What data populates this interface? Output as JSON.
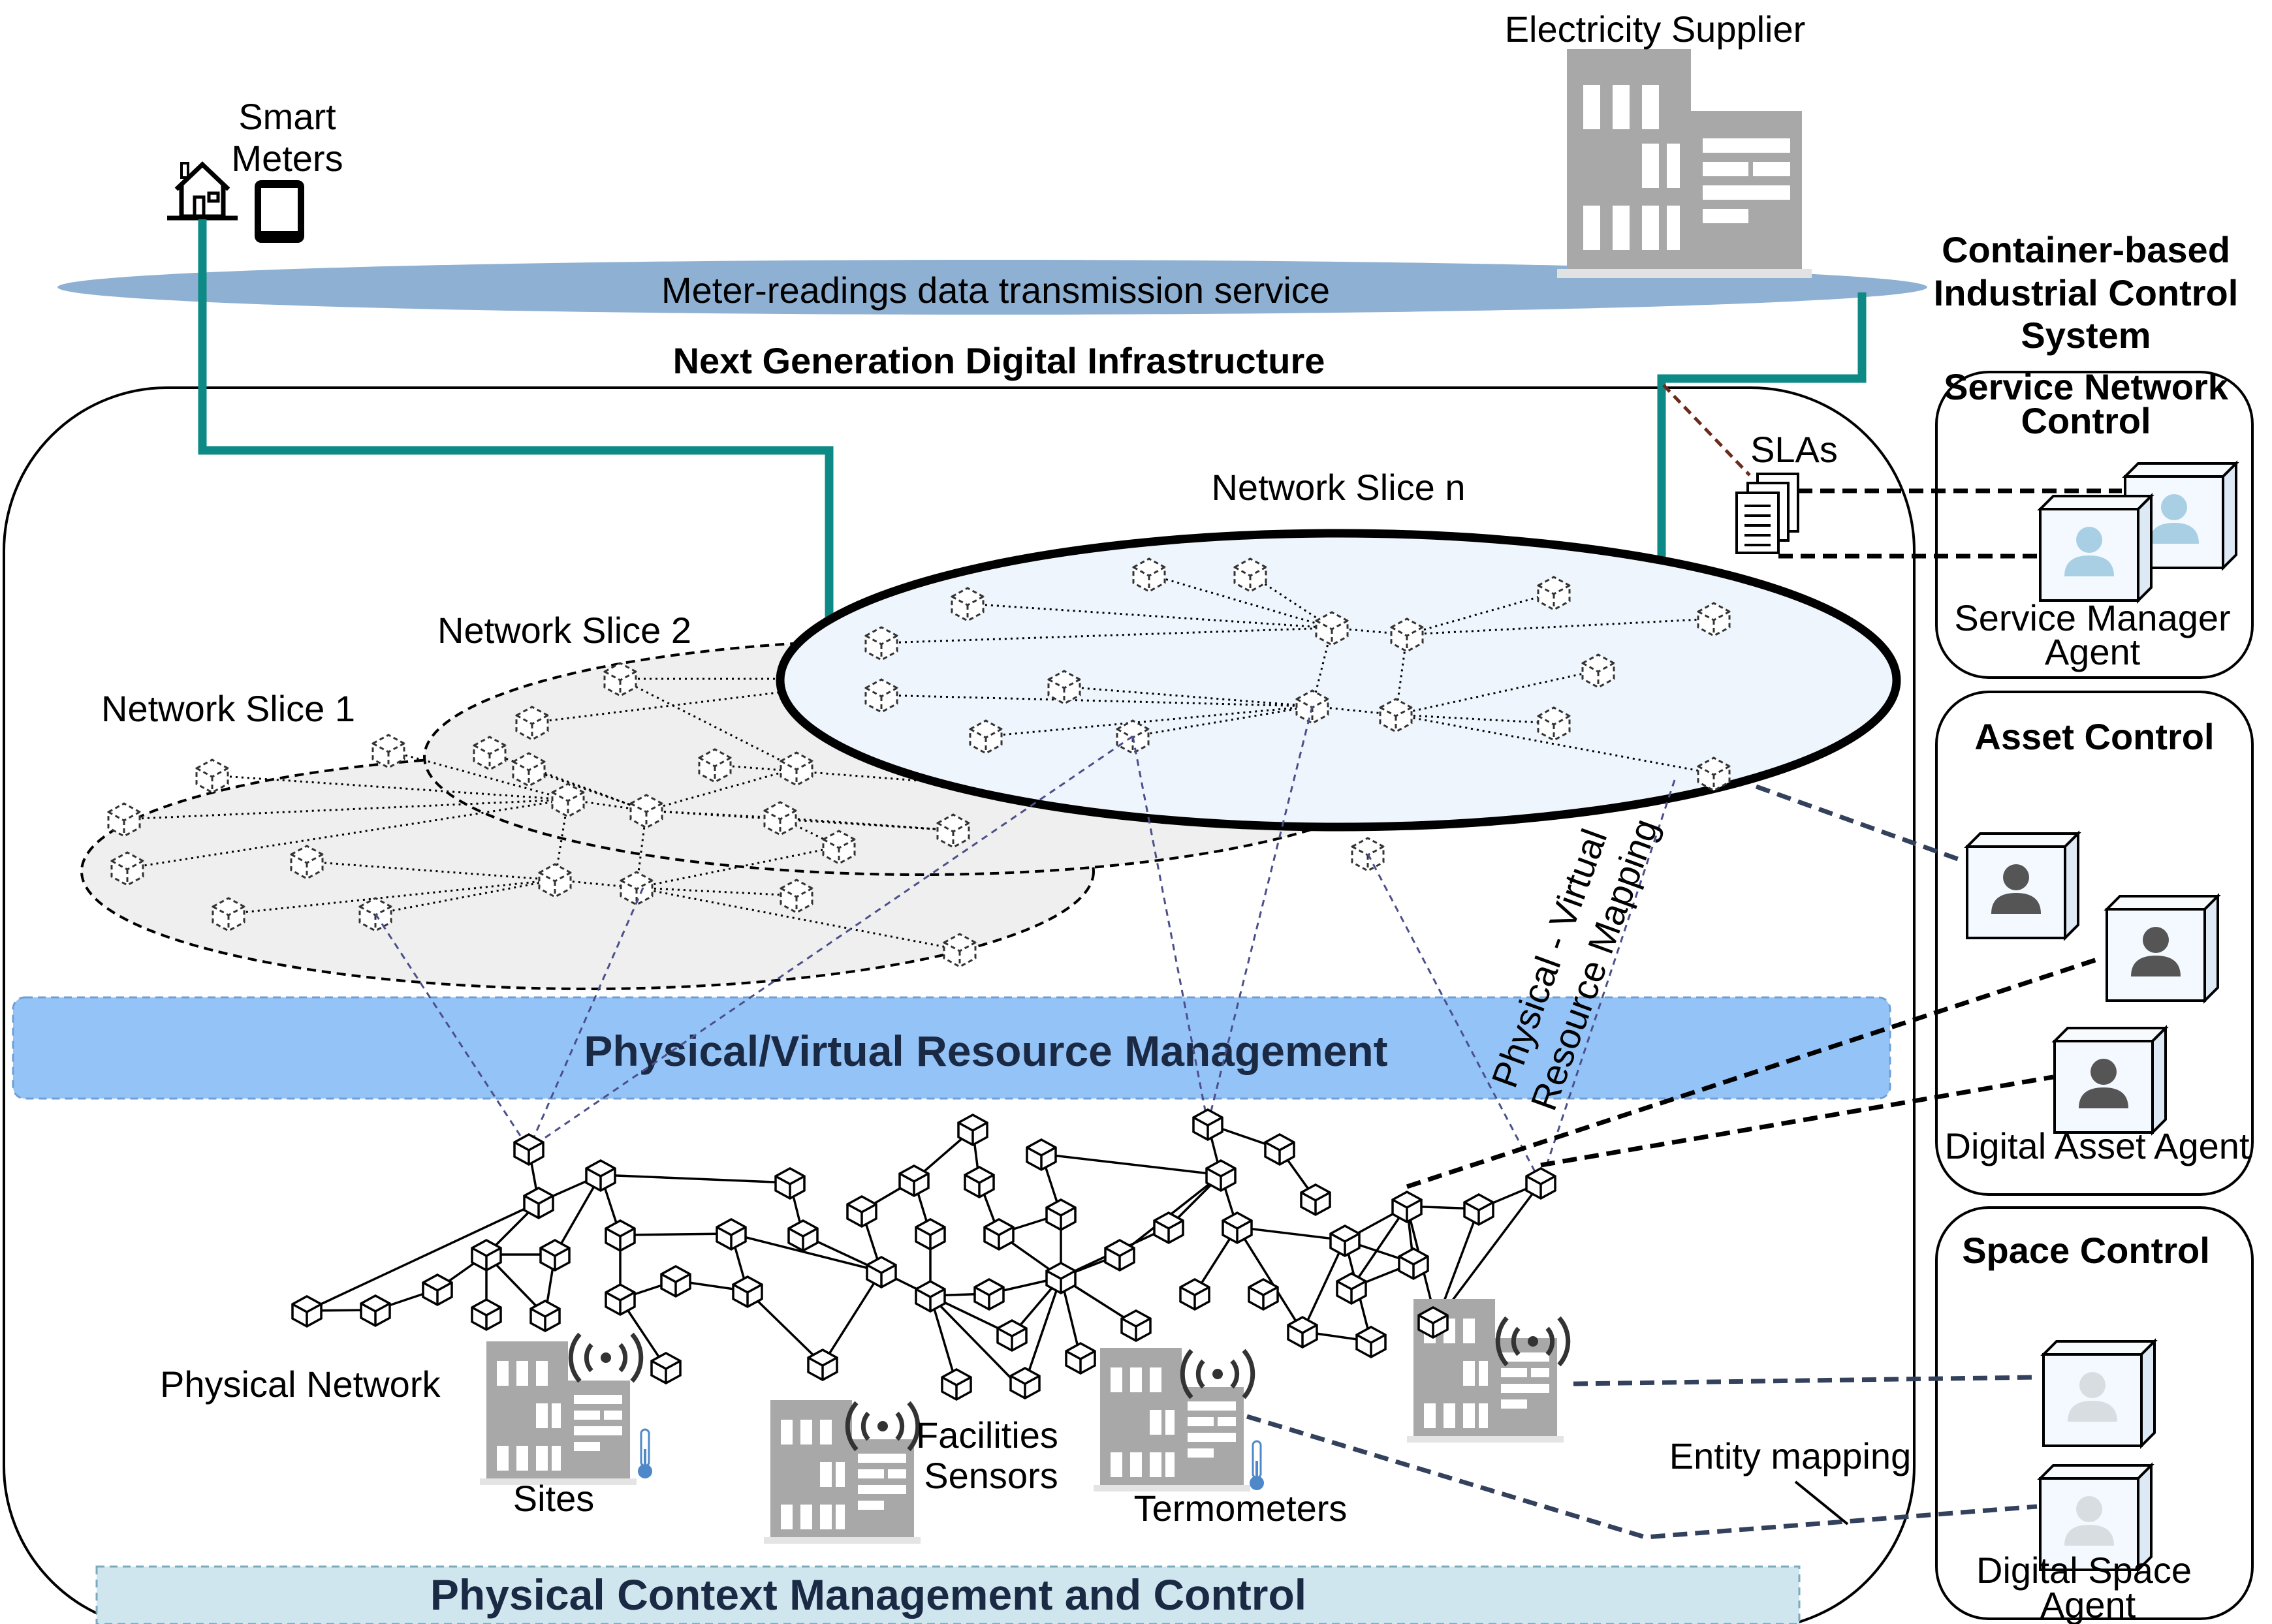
{
  "labels": {
    "electricity_supplier": "Electricity Supplier",
    "smart_meters_line1": "Smart",
    "smart_meters_line2": "Meters",
    "meter_readings_service": "Meter-readings data transmission service",
    "ngdi_title": "Next Generation Digital Infrastructure",
    "container_title_line1": "Container-based",
    "container_title_line2": "Industrial Control",
    "container_title_line3": "System",
    "service_network_control_line1": "Service Network",
    "service_network_control_line2": "Control",
    "slas": "SLAs",
    "network_slice_n": "Network Slice n",
    "network_slice_2": "Network Slice 2",
    "network_slice_1": "Network Slice 1",
    "service_manager_agent_line1": "Service Manager",
    "service_manager_agent_line2": "Agent",
    "asset_control": "Asset Control",
    "physical_virtual_mapping_line1": "Physical - Virtual",
    "physical_virtual_mapping_line2": "Resource Mapping",
    "resource_management": "Physical/Virtual Resource Management",
    "digital_asset_agent": "Digital Asset Agent",
    "space_control": "Space Control",
    "physical_network": "Physical Network",
    "facilities_sensors_line1": "Facilities",
    "facilities_sensors_line2": "Sensors",
    "sites": "Sites",
    "termometers": "Termometers",
    "entity_mapping": "Entity mapping",
    "digital_space_agent_line1": "Digital Space",
    "digital_space_agent_line2": "Agent",
    "context_management": "Physical Context Management and Control"
  },
  "colors": {
    "teal_link": "#0e8a86",
    "service_band": "#8eb0d2",
    "resource_band": "#8ec0f8",
    "context_band": "#cfe6ee",
    "slice_n_fill": "#eef5fc",
    "slice_fill": "#efefef",
    "building": "#a8a8a8",
    "mapping_dash": "#33415c",
    "sla_link": "#6b2a1a"
  },
  "icons": [
    "house-icon",
    "smart-meter-icon",
    "building-icon",
    "document-stack-icon",
    "agent-container-icon",
    "wireless-signal-icon",
    "thermometer-icon",
    "node-cube-icon"
  ]
}
